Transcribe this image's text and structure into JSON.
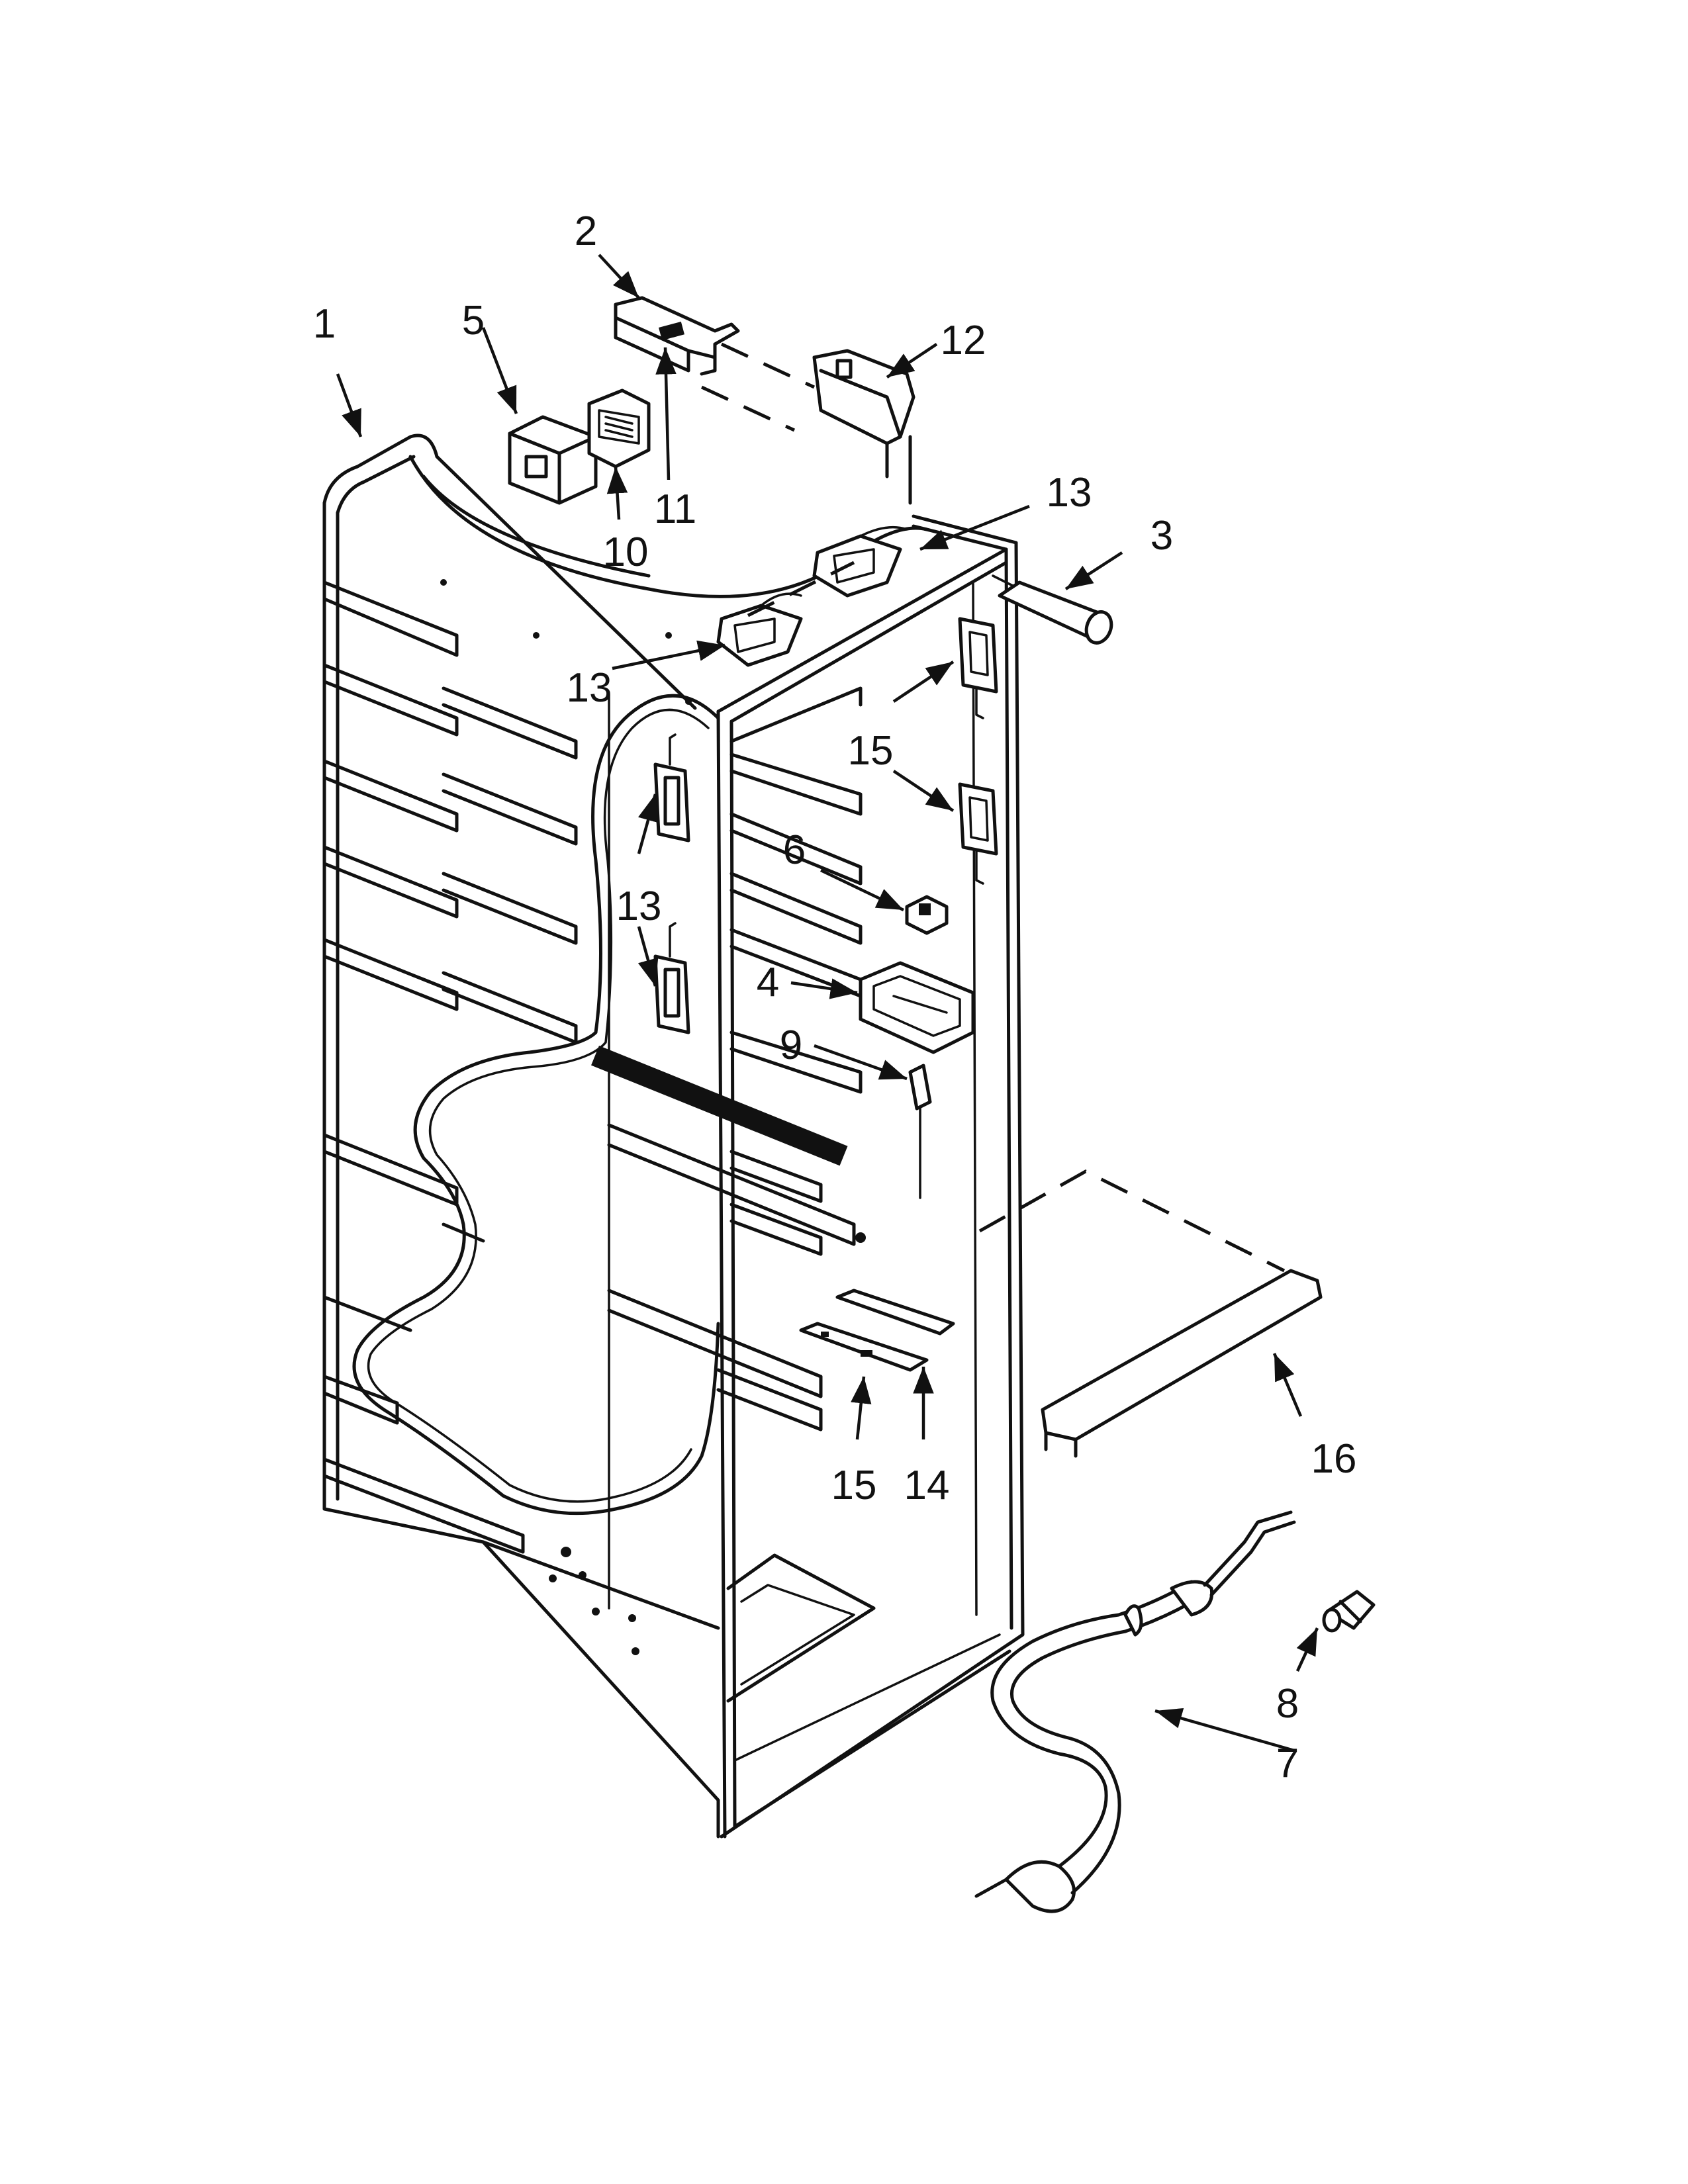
{
  "callouts": [
    {
      "id": "1",
      "label": "1"
    },
    {
      "id": "2",
      "label": "2"
    },
    {
      "id": "3",
      "label": "3"
    },
    {
      "id": "4",
      "label": "4"
    },
    {
      "id": "5",
      "label": "5"
    },
    {
      "id": "6",
      "label": "6"
    },
    {
      "id": "7",
      "label": "7"
    },
    {
      "id": "8",
      "label": "8"
    },
    {
      "id": "9",
      "label": "9"
    },
    {
      "id": "10",
      "label": "10"
    },
    {
      "id": "11",
      "label": "11"
    },
    {
      "id": "12",
      "label": "12"
    },
    {
      "id": "13a",
      "label": "13"
    },
    {
      "id": "13b",
      "label": "13"
    },
    {
      "id": "13c",
      "label": "13"
    },
    {
      "id": "14",
      "label": "14"
    },
    {
      "id": "15a",
      "label": "15"
    },
    {
      "id": "15b",
      "label": "15"
    },
    {
      "id": "16",
      "label": "16"
    }
  ]
}
